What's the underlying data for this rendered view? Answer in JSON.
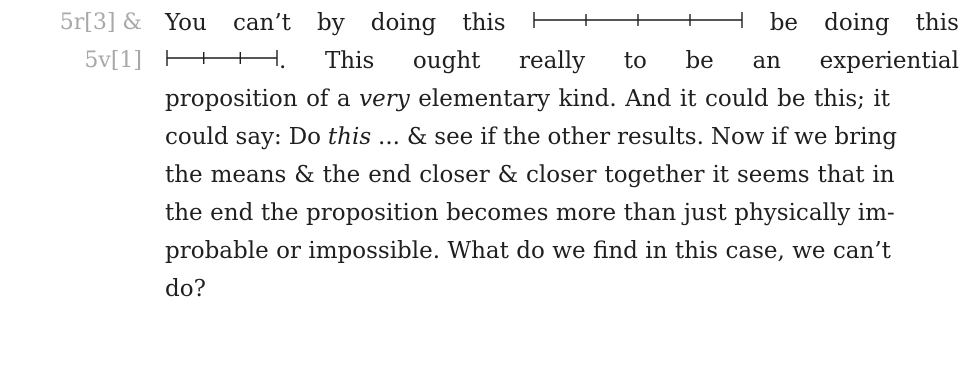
{
  "margin": {
    "ref_line1": "5r[3] &",
    "ref_line2": "5v[1]"
  },
  "text": {
    "l1_a": "You",
    "l1_b": "can’t",
    "l1_c": "by",
    "l1_d": "doing",
    "l1_e": "this",
    "l1_f": "be",
    "l1_g": "doing",
    "l1_h": "this",
    "l2_a": ". This ought really to be an experiential",
    "l3_a": "proposition of a ",
    "l3_em": "very",
    "l3_b": " elementary kind. And it could be this; it",
    "l4_a": "could say: Do ",
    "l4_em": "this",
    "l4_b": " ... & see if the other results. Now if we bring",
    "l5": "the means & the end closer & closer together it seems that in",
    "l6": "the end the proposition becomes more than just physically im-",
    "l7": "probable or impossible. What do we find in this case, we can’t",
    "l8": "do?"
  }
}
